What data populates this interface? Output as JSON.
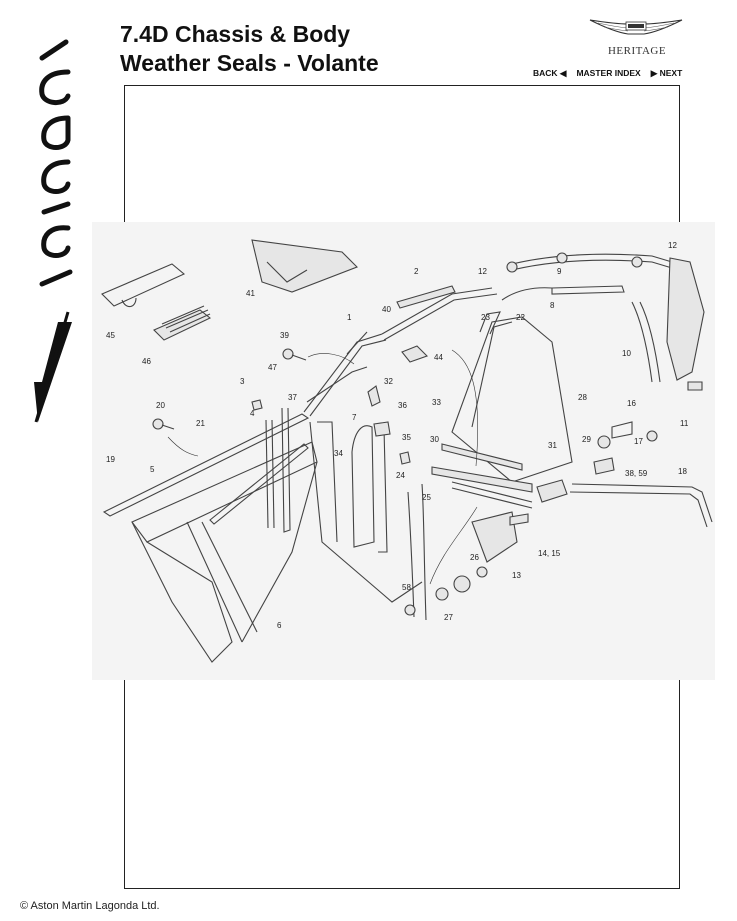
{
  "header": {
    "title_line1": "7.4D Chassis & Body",
    "title_line2": "Weather Seals - Volante",
    "brand_subtitle": "HERITAGE"
  },
  "nav": {
    "back": "BACK ◀",
    "master_index": "MASTER INDEX",
    "next": "▶ NEXT"
  },
  "diagram": {
    "callouts": [
      "1",
      "2",
      "3",
      "4",
      "5",
      "6",
      "7",
      "8",
      "9",
      "10",
      "11",
      "12",
      "12",
      "13",
      "14, 15",
      "16",
      "17",
      "18",
      "19",
      "20",
      "21",
      "22",
      "23",
      "24",
      "25",
      "26",
      "27",
      "28",
      "29",
      "30",
      "31",
      "32",
      "33",
      "34",
      "35",
      "36",
      "37",
      "38, 59",
      "39",
      "40",
      "41",
      "44",
      "45",
      "46",
      "47",
      "58"
    ]
  },
  "footer": {
    "copyright": "© Aston Martin Lagonda Ltd."
  }
}
